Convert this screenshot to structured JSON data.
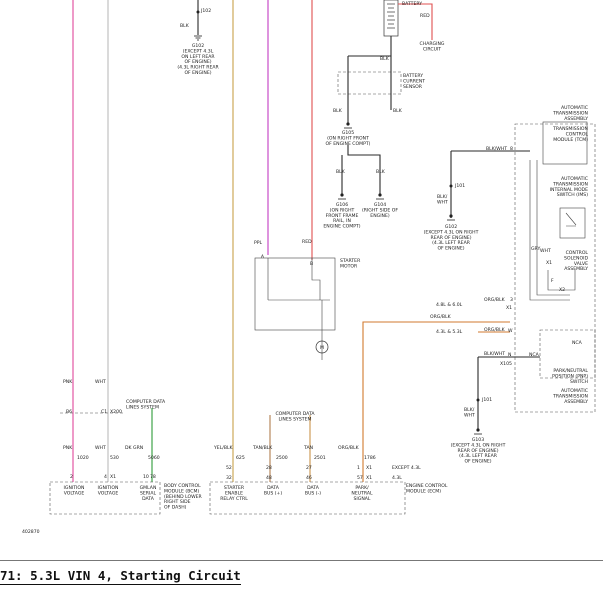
{
  "caption": "71: 5.3L VIN 4, Starting Circuit",
  "figure_id": "402870",
  "colors": {
    "pnk": "#e0479b",
    "wht": "#bbbbbb",
    "dkgrn": "#2f9a3a",
    "yelblk": "#c8a14a",
    "tanblk": "#b07d4f",
    "tan": "#c9934c",
    "orgblk": "#d27a2f",
    "ppl": "#c43cc4",
    "red": "#e05050",
    "blk": "#2a2a2a"
  },
  "labels": {
    "j102": "J102",
    "blk_top": "BLK",
    "g102": "G102\n(EXCEPT 4.3L\nON LEFT REAR\nOF ENGINE)\n(4.3L RIGHT REAR\nOF ENGINE)",
    "battery": "BATTERY",
    "red_top": "RED",
    "charging": "CHARGING\nCIRCUIT",
    "blk_b1": "BLK",
    "bcs": "BATTERY\nCURRENT\nSENSOR",
    "blk_l": "BLK",
    "blk_r": "BLK",
    "g105": "G105\n(ON RIGHT FRONT\nOF ENGINE COMPT)",
    "blk_l2": "BLK",
    "blk_r2": "BLK",
    "g106": "G106\n(ON RIGHT\nFRONT FRAME\nRAIL, IN\nENGINE COMPT)",
    "g104": "G104\n(RIGHT SIDE OF\nENGINE)",
    "ata": "AUTOMATIC\nTRANSMISSION\nASSEMBLY",
    "tcm": "TRANSMISSION\nCONTROL\nMODULE (TCM)",
    "blkwht_8": "BLK/WHT",
    "pin8": "8",
    "j101a": "J101",
    "blkwht_a": "BLK/\nWHT",
    "g102b": "G102\n(EXCEPT 4.3L ON RIGHT\nREAR OF ENGINE)\n(4.3L LEFT REAR\nOF ENGINE)",
    "imsw": "AUTOMATIC\nTRANSMISSION\nINTERNAL MODE\nSWITCH (IMS)",
    "csv": "CONTROL\nSOLENOID\nVALVE\nASSEMBLY",
    "gry": "GRY",
    "wht_v": "WHT",
    "x2": "X2",
    "f": "F",
    "x1_ctrl": "X1",
    "ppl": "PPL",
    "red_m": "RED",
    "a": "A",
    "b": "B",
    "starter": "STARTER\nMOTOR",
    "m": "M",
    "l48": "4.8L & 6.0L",
    "orgblk3": "ORG/BLK",
    "pin3": "3",
    "x1a": "X1",
    "orgblk_long": "ORG/BLK",
    "l43": "4.3L & 5.3L",
    "orgblk_w": "ORG/BLK",
    "pinw": "W",
    "blkwht_n": "BLK/WHT",
    "pinn": "N",
    "nca1": "NCA",
    "nca2": "NCA",
    "x1_105": "X105",
    "pnp": "PARK/NEUTRAL\nPOSITION (PNP)\nSWITCH",
    "ata2": "AUTOMATIC\nTRANSMISSION\nASSEMBLY",
    "j101b": "J101",
    "blkwht_b": "BLK/\nWHT",
    "g103": "G103\n(EXCEPT 4.3L ON RIGHT\nREAR OF ENGINE)\n(4.3L LEFT REAR\nOF ENGINE)",
    "pnk": "PNK",
    "wht": "WHT",
    "b6": "B6",
    "c1": "C1",
    "x200": "X200",
    "cdl1": "COMPUTER DATA\nLINES SYSTEM",
    "pnk2": "PNK",
    "wht2": "WHT",
    "dkgrn": "DK GRN",
    "c1020": "1020",
    "c530": "530",
    "c5060": "5060",
    "p2": "2",
    "p4": "4",
    "x1b": "X1",
    "p10": "10",
    "p78": "78",
    "ign1": "IGNITION\nVOLTAGE",
    "ign2": "IGNITION\nVOLTAGE",
    "gmlan": "GMLAN\nSERIAL\nDATA",
    "bcm": "BODY CONTROL\nMODULE (BCM)\n(BEHIND LOWER\nRIGHT SIDE\nOF DASH)",
    "cdl2": "COMPUTER DATA\nLINES SYSTEM",
    "yelblk": "YEL/BLK",
    "tanblk": "TAN/BLK",
    "tan": "TAN",
    "orgblk4": "ORG/BLK",
    "c625": "625",
    "c2500": "2500",
    "c2501": "2501",
    "c1786": "1786",
    "p52": "52",
    "p32": "32",
    "p28": "28",
    "p48": "48",
    "p27": "27",
    "p46": "46",
    "p1": "1",
    "p57": "57",
    "x1c": "X1",
    "x1d": "X1",
    "exc43": "EXCEPT 4.3L",
    "l43b": "4.3L",
    "ster": "STARTER\nENABLE\nRELAY CTRL",
    "dbp": "DATA\nBUS (+)",
    "dbm": "DATA\nBUS (-)",
    "pns": "PARK/\nNEUTRAL\nSIGNAL",
    "ecm": "ENGINE CONTROL\nMODULE (ECM)"
  }
}
